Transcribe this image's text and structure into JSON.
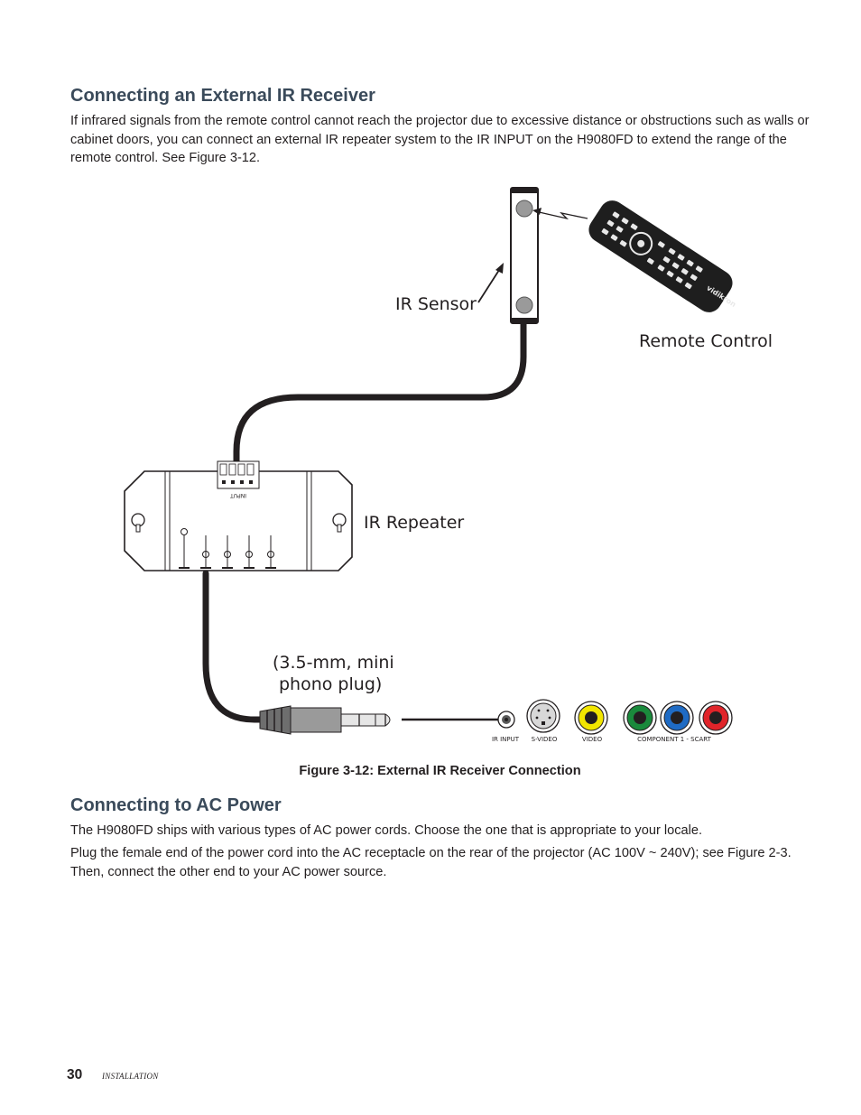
{
  "section1": {
    "title": "Connecting an External IR Receiver",
    "body": "If infrared signals from the remote control cannot reach the projector due to excessive distance or obstructions such as walls or cabinet doors, you can connect an external IR repeater system to the IR INPUT on the H9080FD to extend the range of the remote control. See Figure 3-12."
  },
  "figure": {
    "labels": {
      "ir_sensor": "IR Sensor",
      "remote_control": "Remote Control",
      "ir_repeater": "IR Repeater",
      "plug_line1": "(3.5-mm, mini",
      "plug_line2": "phono plug)",
      "repeater_input": "INPUT",
      "remote_brand": "vidikron"
    },
    "ports": {
      "ir_input": "IR INPUT",
      "s_video": "S-VIDEO",
      "video": "VIDEO",
      "component": "COMPONENT 1 - SCART"
    },
    "caption": "Figure 3-12: External IR Receiver Connection",
    "colors": {
      "video_jack": "#f2e600",
      "component_green": "#1a8a3c",
      "component_blue": "#1f6bc4",
      "component_red": "#e0242a"
    }
  },
  "section2": {
    "title": "Connecting to AC Power",
    "para1": "The H9080FD ships with various types of AC power cords. Choose the one that is appropriate to your locale.",
    "para2": "Plug the female end of the power cord into the AC receptacle on the rear of the projector (AC 100V ~ 240V); see Figure 2-3. Then, connect the other end to your AC power source."
  },
  "footer": {
    "page_number": "30",
    "section": "INSTALLATION"
  }
}
